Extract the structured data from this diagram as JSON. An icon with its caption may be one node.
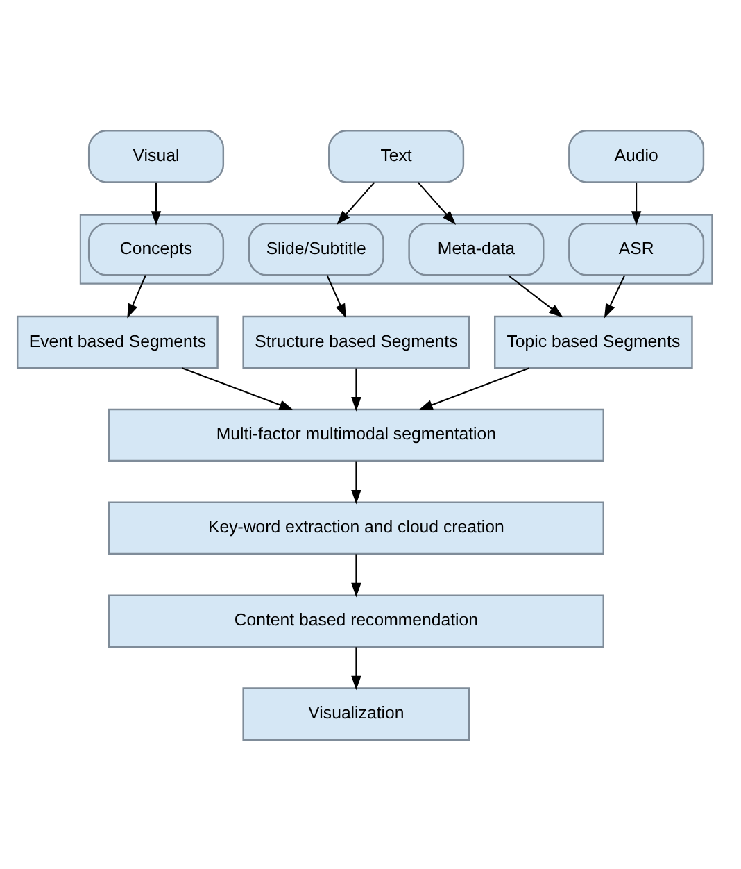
{
  "diagram": {
    "nodes": [
      {
        "text": [
          "Visual"
        ]
      },
      {
        "text": [
          "Text"
        ]
      },
      {
        "text": [
          "Audio"
        ]
      },
      {
        "text": [],
        "shape": "box"
      },
      {
        "text": [
          "Concepts"
        ],
        "in": 3
      },
      {
        "text": [
          "Slide/Subtitle"
        ],
        "in": 3
      },
      {
        "text": [
          "Meta-data"
        ],
        "in": 3
      },
      {
        "text": [
          "ASR"
        ],
        "in": 3
      },
      {
        "text": [
          "Event based Segments"
        ]
      },
      {
        "text": [
          "Structure based Segments"
        ]
      },
      {
        "text": [
          "Topic based Segments"
        ]
      },
      {
        "text": [
          "Multi-factor multimodal segmentation"
        ]
      },
      {
        "text": [
          "Key-word extraction and cloud creation"
        ]
      },
      {
        "text": [
          "Content based recommendation"
        ]
      },
      {
        "text": [
          "Visualization"
        ]
      }
    ],
    "edges": [
      {
        "from": 0,
        "to": 4,
        "arrow": "to"
      },
      {
        "from": 1,
        "to": 5,
        "arrow": "to"
      },
      {
        "from": 1,
        "to": 6,
        "arrow": "to"
      },
      {
        "from": 2,
        "to": 7,
        "arrow": "to"
      },
      {
        "from": 4,
        "to": 8,
        "arrow": "to"
      },
      {
        "from": 5,
        "to": 9,
        "arrow": "to"
      },
      {
        "from": 6,
        "to": 10,
        "arrow": "to"
      },
      {
        "from": 7,
        "to": 10,
        "arrow": "to"
      },
      {
        "from": 8,
        "to": 11,
        "arrow": "to"
      },
      {
        "from": 9,
        "to": 11,
        "arrow": "to"
      },
      {
        "from": 10,
        "to": 11,
        "arrow": "to"
      },
      {
        "from": 11,
        "to": 12,
        "arrow": "to"
      },
      {
        "from": 12,
        "to": 13,
        "arrow": "to"
      },
      {
        "from": 13,
        "to": 14,
        "arrow": "to"
      }
    ]
  }
}
